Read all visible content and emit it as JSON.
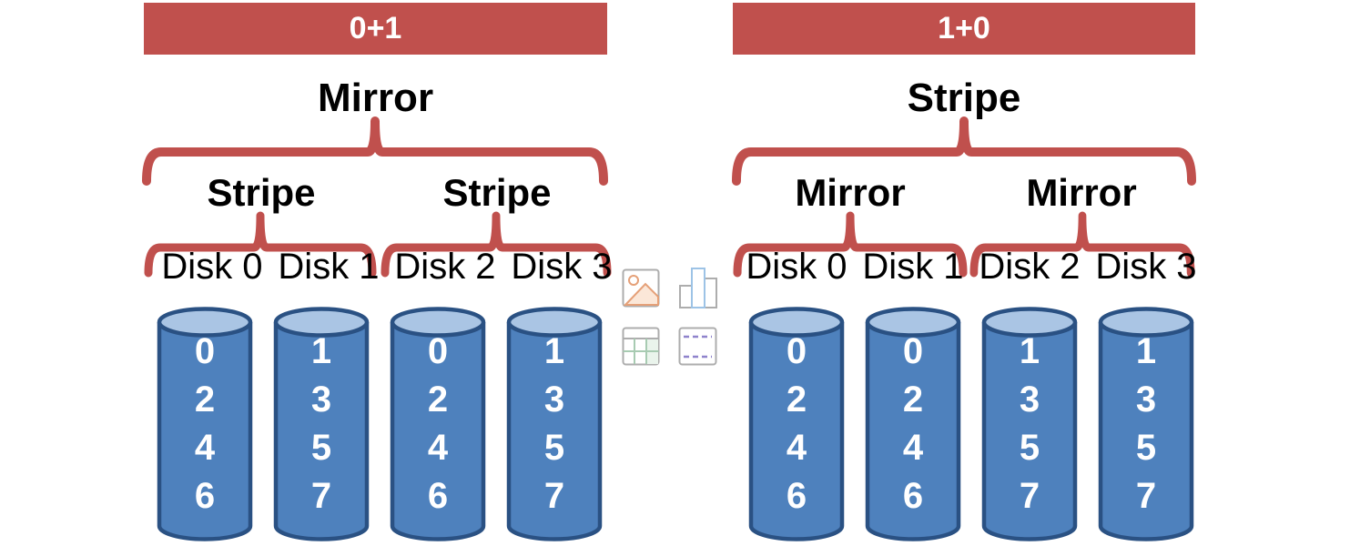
{
  "panels": [
    {
      "title": "0+1",
      "top_label": "Mirror",
      "group_labels": [
        "Stripe",
        "Stripe"
      ],
      "disks": [
        {
          "label": "Disk 0",
          "blocks": [
            "0",
            "2",
            "4",
            "6"
          ]
        },
        {
          "label": "Disk 1",
          "blocks": [
            "1",
            "3",
            "5",
            "7"
          ]
        },
        {
          "label": "Disk 2",
          "blocks": [
            "0",
            "2",
            "4",
            "6"
          ]
        },
        {
          "label": "Disk 3",
          "blocks": [
            "1",
            "3",
            "5",
            "7"
          ]
        }
      ]
    },
    {
      "title": "1+0",
      "top_label": "Stripe",
      "group_labels": [
        "Mirror",
        "Mirror"
      ],
      "disks": [
        {
          "label": "Disk 0",
          "blocks": [
            "0",
            "2",
            "4",
            "6"
          ]
        },
        {
          "label": "Disk 1",
          "blocks": [
            "0",
            "2",
            "4",
            "6"
          ]
        },
        {
          "label": "Disk 2",
          "blocks": [
            "1",
            "3",
            "5",
            "7"
          ]
        },
        {
          "label": "Disk 3",
          "blocks": [
            "1",
            "3",
            "5",
            "7"
          ]
        }
      ]
    }
  ],
  "placeholder_icons": [
    "picture-icon",
    "chart-icon",
    "table-icon",
    "media-icon"
  ],
  "colors": {
    "accent_red": "#C0504D",
    "cylinder_body": "#4E81BD",
    "cylinder_top": "#AAC5E4",
    "cylinder_outline": "#2A5183",
    "icon_gray": "#ADADAD",
    "icon_orange": "#E5A078",
    "icon_orange_fill": "#FBE7D8",
    "icon_blue": "#9DC3E6",
    "icon_green": "#A8CBB2",
    "icon_green_fill": "#EAF4EC",
    "icon_purple": "#8F83CC"
  }
}
